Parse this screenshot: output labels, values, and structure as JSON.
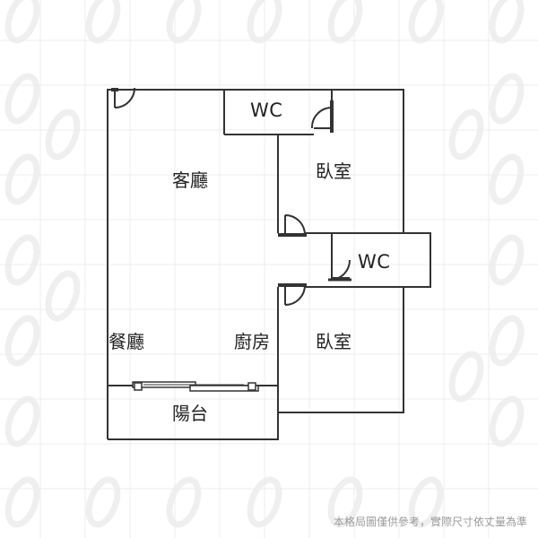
{
  "floorplan": {
    "rooms": {
      "living_room": "客廳",
      "dining_room": "餐廳",
      "kitchen": "廚房",
      "bedroom_1": "臥室",
      "bedroom_2": "臥室",
      "balcony": "陽台",
      "wc_1": "WC",
      "wc_2": "WC"
    },
    "disclaimer": "本格局圖僅供參考，實際尺寸依丈量為準"
  },
  "colors": {
    "wall": "#333333",
    "grid_line": "#ececec",
    "watermark": "#f0f0f0",
    "text": "#222222",
    "disclaimer_text": "#9a9a9a"
  }
}
